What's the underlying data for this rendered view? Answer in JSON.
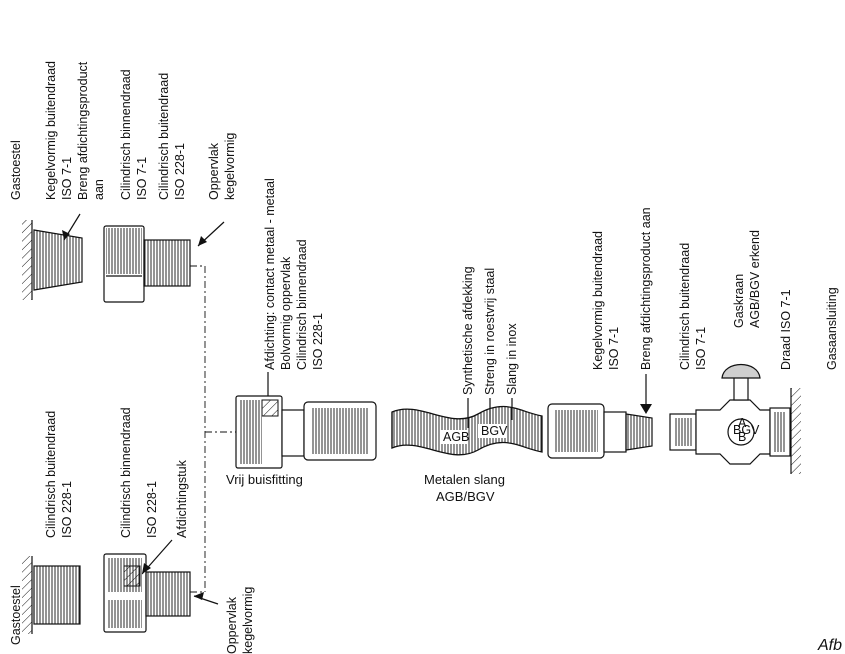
{
  "labels": {
    "gastoestel_top": "Gastoestel",
    "kegel_top_1": "Kegelvormig buitendraad",
    "kegel_top_2": "ISO 7-1",
    "kegel_top_3": "Breng afdichtingsproduct",
    "kegel_top_4": "aan",
    "cyl_bin_top_1": "Cilindrisch binnendraad",
    "cyl_bin_top_2": "ISO 7-1",
    "cyl_buit_top_1": "Cilindrisch buitendraad",
    "cyl_buit_top_2": "ISO 228-1",
    "opp_top_1": "Oppervlak",
    "opp_top_2": "kegelvormig",
    "afd_1": "Afdichting: contact metaal - metaal",
    "afd_2": "Bolvormig oppervlak",
    "afd_3": "Cilindrisch binnendraad",
    "afd_4": "ISO 228-1",
    "synth": "Synthetische afdekking",
    "streng": "Streng in roestvrij staal",
    "slang": "Slang in inox",
    "kegel_r_1": "Kegelvormig buitendraad",
    "kegel_r_2": "ISO 7-1",
    "breng_r": "Breng afdichtingsproduct aan",
    "cyl_r_1": "Cilindrisch buitendraad",
    "cyl_r_2": "ISO 7-1",
    "gaskraan_1": "Gaskraan",
    "gaskraan_2": "AGB/BGV erkend",
    "draad": "Draad ISO 7-1",
    "gasaansluiting": "Gasaansluiting",
    "cyl_buit_bot_1": "Cilindrisch buitendraad",
    "cyl_buit_bot_2": "ISO 228-1",
    "cyl_bin_bot_1": "Cilindrisch binnendraad",
    "cyl_bin_bot_2": "ISO 228-1",
    "afdichtingstuk": "Afdichtingstuk",
    "gastoestel_bot": "Gastoestel",
    "opp_bot_1": "Oppervlak",
    "opp_bot_2": "kegelvormig",
    "vrij": "Vrij buisfitting",
    "metalen_1": "Metalen slang",
    "metalen_2": "AGB/BGV",
    "hose_agb": "AGB",
    "hose_bgv": "BGV",
    "valve_a": "A",
    "valve_bgv": "BGV",
    "valve_b": "B",
    "afb": "Afb"
  }
}
